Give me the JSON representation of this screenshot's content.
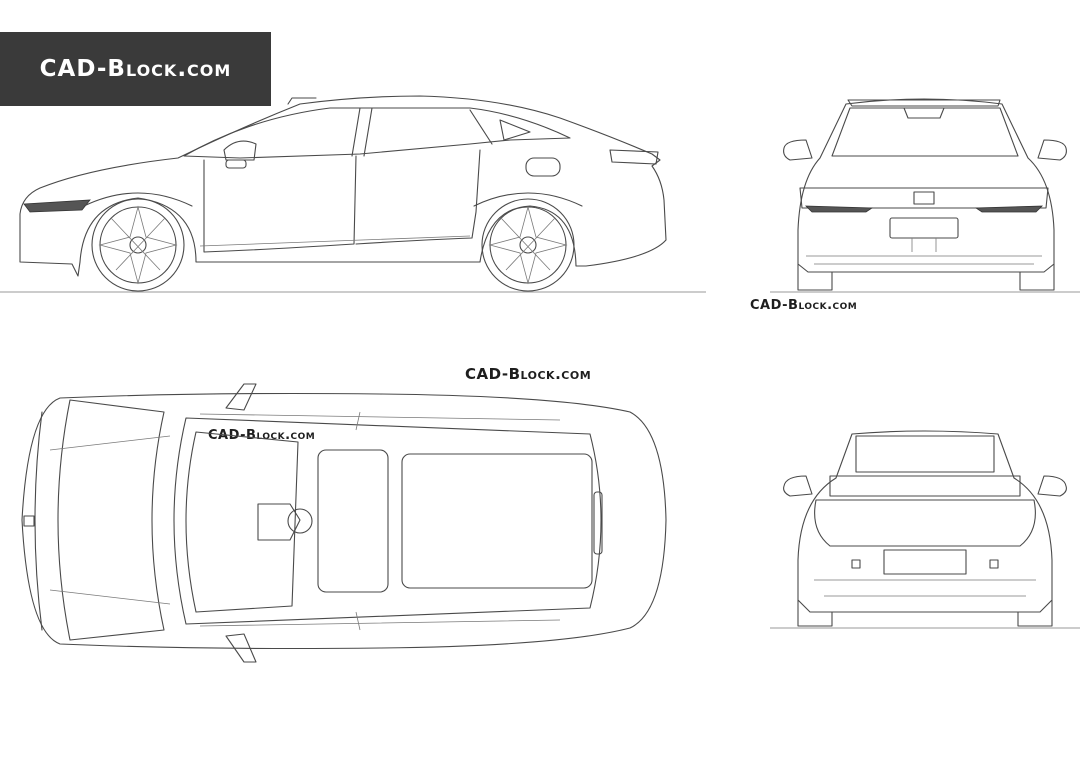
{
  "branding": {
    "logo_text": "CAD-Block.com",
    "watermark_rear": "CAD-Block.com",
    "watermark_top_main": "CAD-Block.com",
    "watermark_top_roof": "CAD-Block.com"
  },
  "colors": {
    "logo_background": "#3a3a3a",
    "line_color": "#4a4a4a",
    "background": "#ffffff"
  },
  "views": [
    "side-view",
    "front-view",
    "top-view",
    "rear-view"
  ]
}
